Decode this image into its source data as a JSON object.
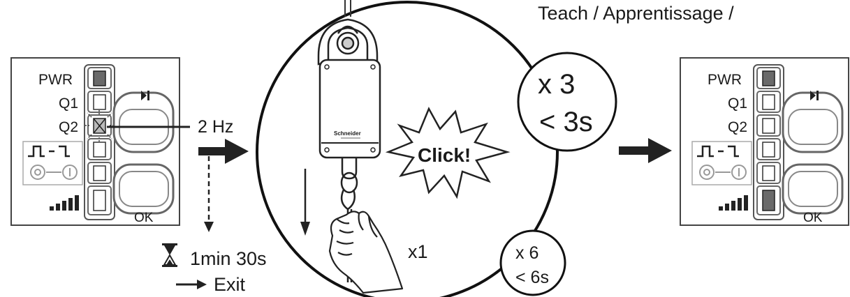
{
  "header": {
    "title": "Teach / Apprentissage /"
  },
  "left_panel": {
    "labels": {
      "pwr": "PWR",
      "q1": "Q1",
      "q2": "Q2",
      "ok": "OK"
    },
    "q2_callout": "2 Hz"
  },
  "right_panel": {
    "labels": {
      "pwr": "PWR",
      "q1": "Q1",
      "q2": "Q2",
      "ok": "OK"
    }
  },
  "device": {
    "brand": "Schneider",
    "click_text": "Click!",
    "pull_count": "x1"
  },
  "badges": {
    "three": {
      "line1": "x 3",
      "line2": "< 3s"
    },
    "six": {
      "line1": "x 6",
      "line2": "< 6s"
    }
  },
  "timeout": {
    "time": "1min 30s",
    "exit": "Exit"
  },
  "icons": [
    "button-play-icon",
    "pulse-wave-icon",
    "power-icon",
    "signal-bars-icon",
    "hourglass-icon",
    "arrow-right-icon",
    "arrow-down-icon"
  ]
}
